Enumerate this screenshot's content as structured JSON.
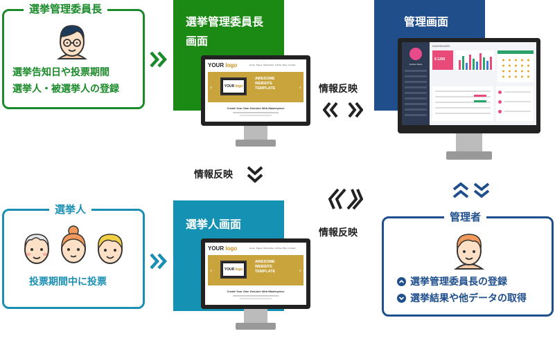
{
  "roles": {
    "chairman": {
      "title": "選挙管理委員長",
      "lines": [
        "選挙告知日や投票期間",
        "選挙人・被選挙人の登録"
      ],
      "color": "#1a8a2a"
    },
    "voter": {
      "title": "選挙人",
      "lines": [
        "投票期間中に投票"
      ],
      "color": "#1a8fb3"
    },
    "admin": {
      "title": "管理者",
      "lines": [
        "選挙管理委員長の登録",
        "選挙結果や他データの取得"
      ],
      "color": "#1e4e8c"
    }
  },
  "panels": {
    "chairman_screen": {
      "title_lines": [
        "選挙管理委員長",
        "画面"
      ],
      "color": "#1a8a14"
    },
    "voter_screen": {
      "title_lines": [
        "選挙人画面"
      ],
      "color": "#1591b3"
    },
    "admin_screen": {
      "title_lines": [
        "管理画面"
      ],
      "color": "#1f4e8a"
    }
  },
  "sync_labels": {
    "top": "情報反映",
    "middle_left": "情報反映",
    "middle_right": "情報反映"
  },
  "website_mock": {
    "logo_your": "YOUR",
    "logo_logo": "logo",
    "nav": [
      "Home",
      "Pages",
      "Shortcodes",
      "Archive",
      "Blog",
      "Contact"
    ],
    "banner_line1": "AWESOME",
    "banner_line2": "WEBSITE",
    "banner_line3": "TEMPLATE",
    "tagline": "Create Your Own Genuine Web Masterpiece"
  },
  "dashboard_mock": {
    "title": "DASHBOARD",
    "user": "Andrew Sloan",
    "amount": "$ 1250"
  }
}
